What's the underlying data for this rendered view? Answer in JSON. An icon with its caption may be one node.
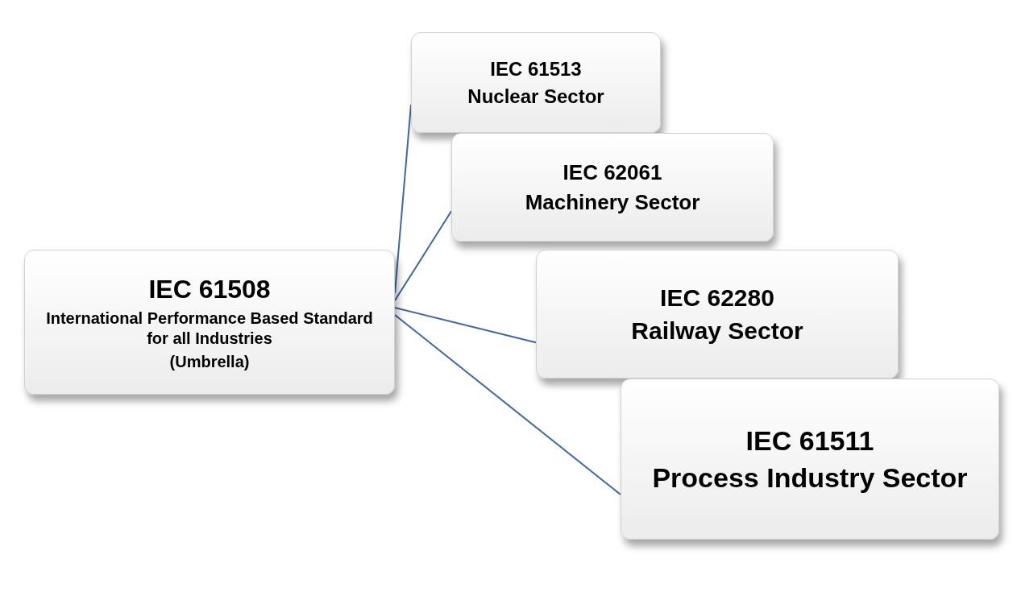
{
  "diagram": {
    "nodes": [
      {
        "text": [
          "IEC 61508",
          "International Performance Based Standard for all Industries",
          "(Umbrella)"
        ]
      },
      {
        "text": [
          "IEC 61513",
          "Nuclear Sector"
        ]
      },
      {
        "text": [
          "IEC 62061",
          "Machinery Sector"
        ]
      },
      {
        "text": [
          "IEC 62280",
          "Railway Sector"
        ]
      },
      {
        "text": [
          "IEC 61511",
          "Process Industry Sector"
        ]
      }
    ],
    "edges": [
      {
        "from": 0,
        "to": 1,
        "arrow": "none"
      },
      {
        "from": 0,
        "to": 2,
        "arrow": "none"
      },
      {
        "from": 0,
        "to": 3,
        "arrow": "none"
      },
      {
        "from": 0,
        "to": 4,
        "arrow": "none"
      }
    ]
  }
}
